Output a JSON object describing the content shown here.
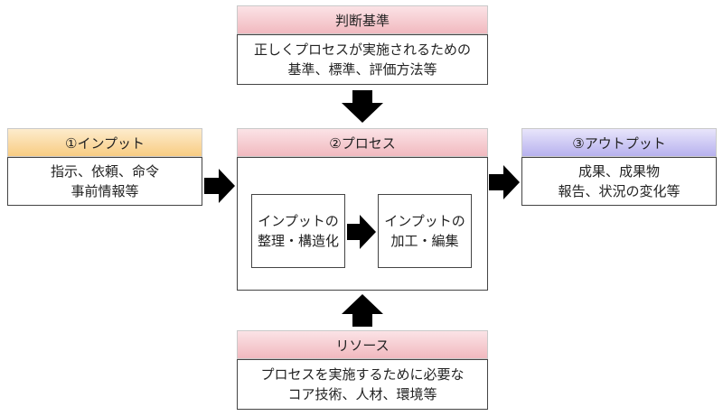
{
  "criteria": {
    "title": "判断基準",
    "lines": [
      "正しくプロセスが実施されるための",
      "基準、標準、評価方法等"
    ]
  },
  "input": {
    "title": "①インプット",
    "lines": [
      "指示、依頼、命令",
      "事前情報等"
    ]
  },
  "process": {
    "title": "②プロセス",
    "step1": {
      "lines": [
        "インプットの",
        "整理・構造化"
      ]
    },
    "step2": {
      "lines": [
        "インプットの",
        "加工・編集"
      ]
    }
  },
  "output": {
    "title": "③アウトプット",
    "lines": [
      "成果、成果物",
      "報告、状況の変化等"
    ]
  },
  "resources": {
    "title": "リソース",
    "lines": [
      "プロセスを実施するために必要な",
      "コア技術、人材、環境等"
    ]
  },
  "colors": {
    "pink_header": "#f1b9bf",
    "orange_header": "#f8cc82",
    "purple_header": "#b7b1ee",
    "arrow": "#000000"
  }
}
